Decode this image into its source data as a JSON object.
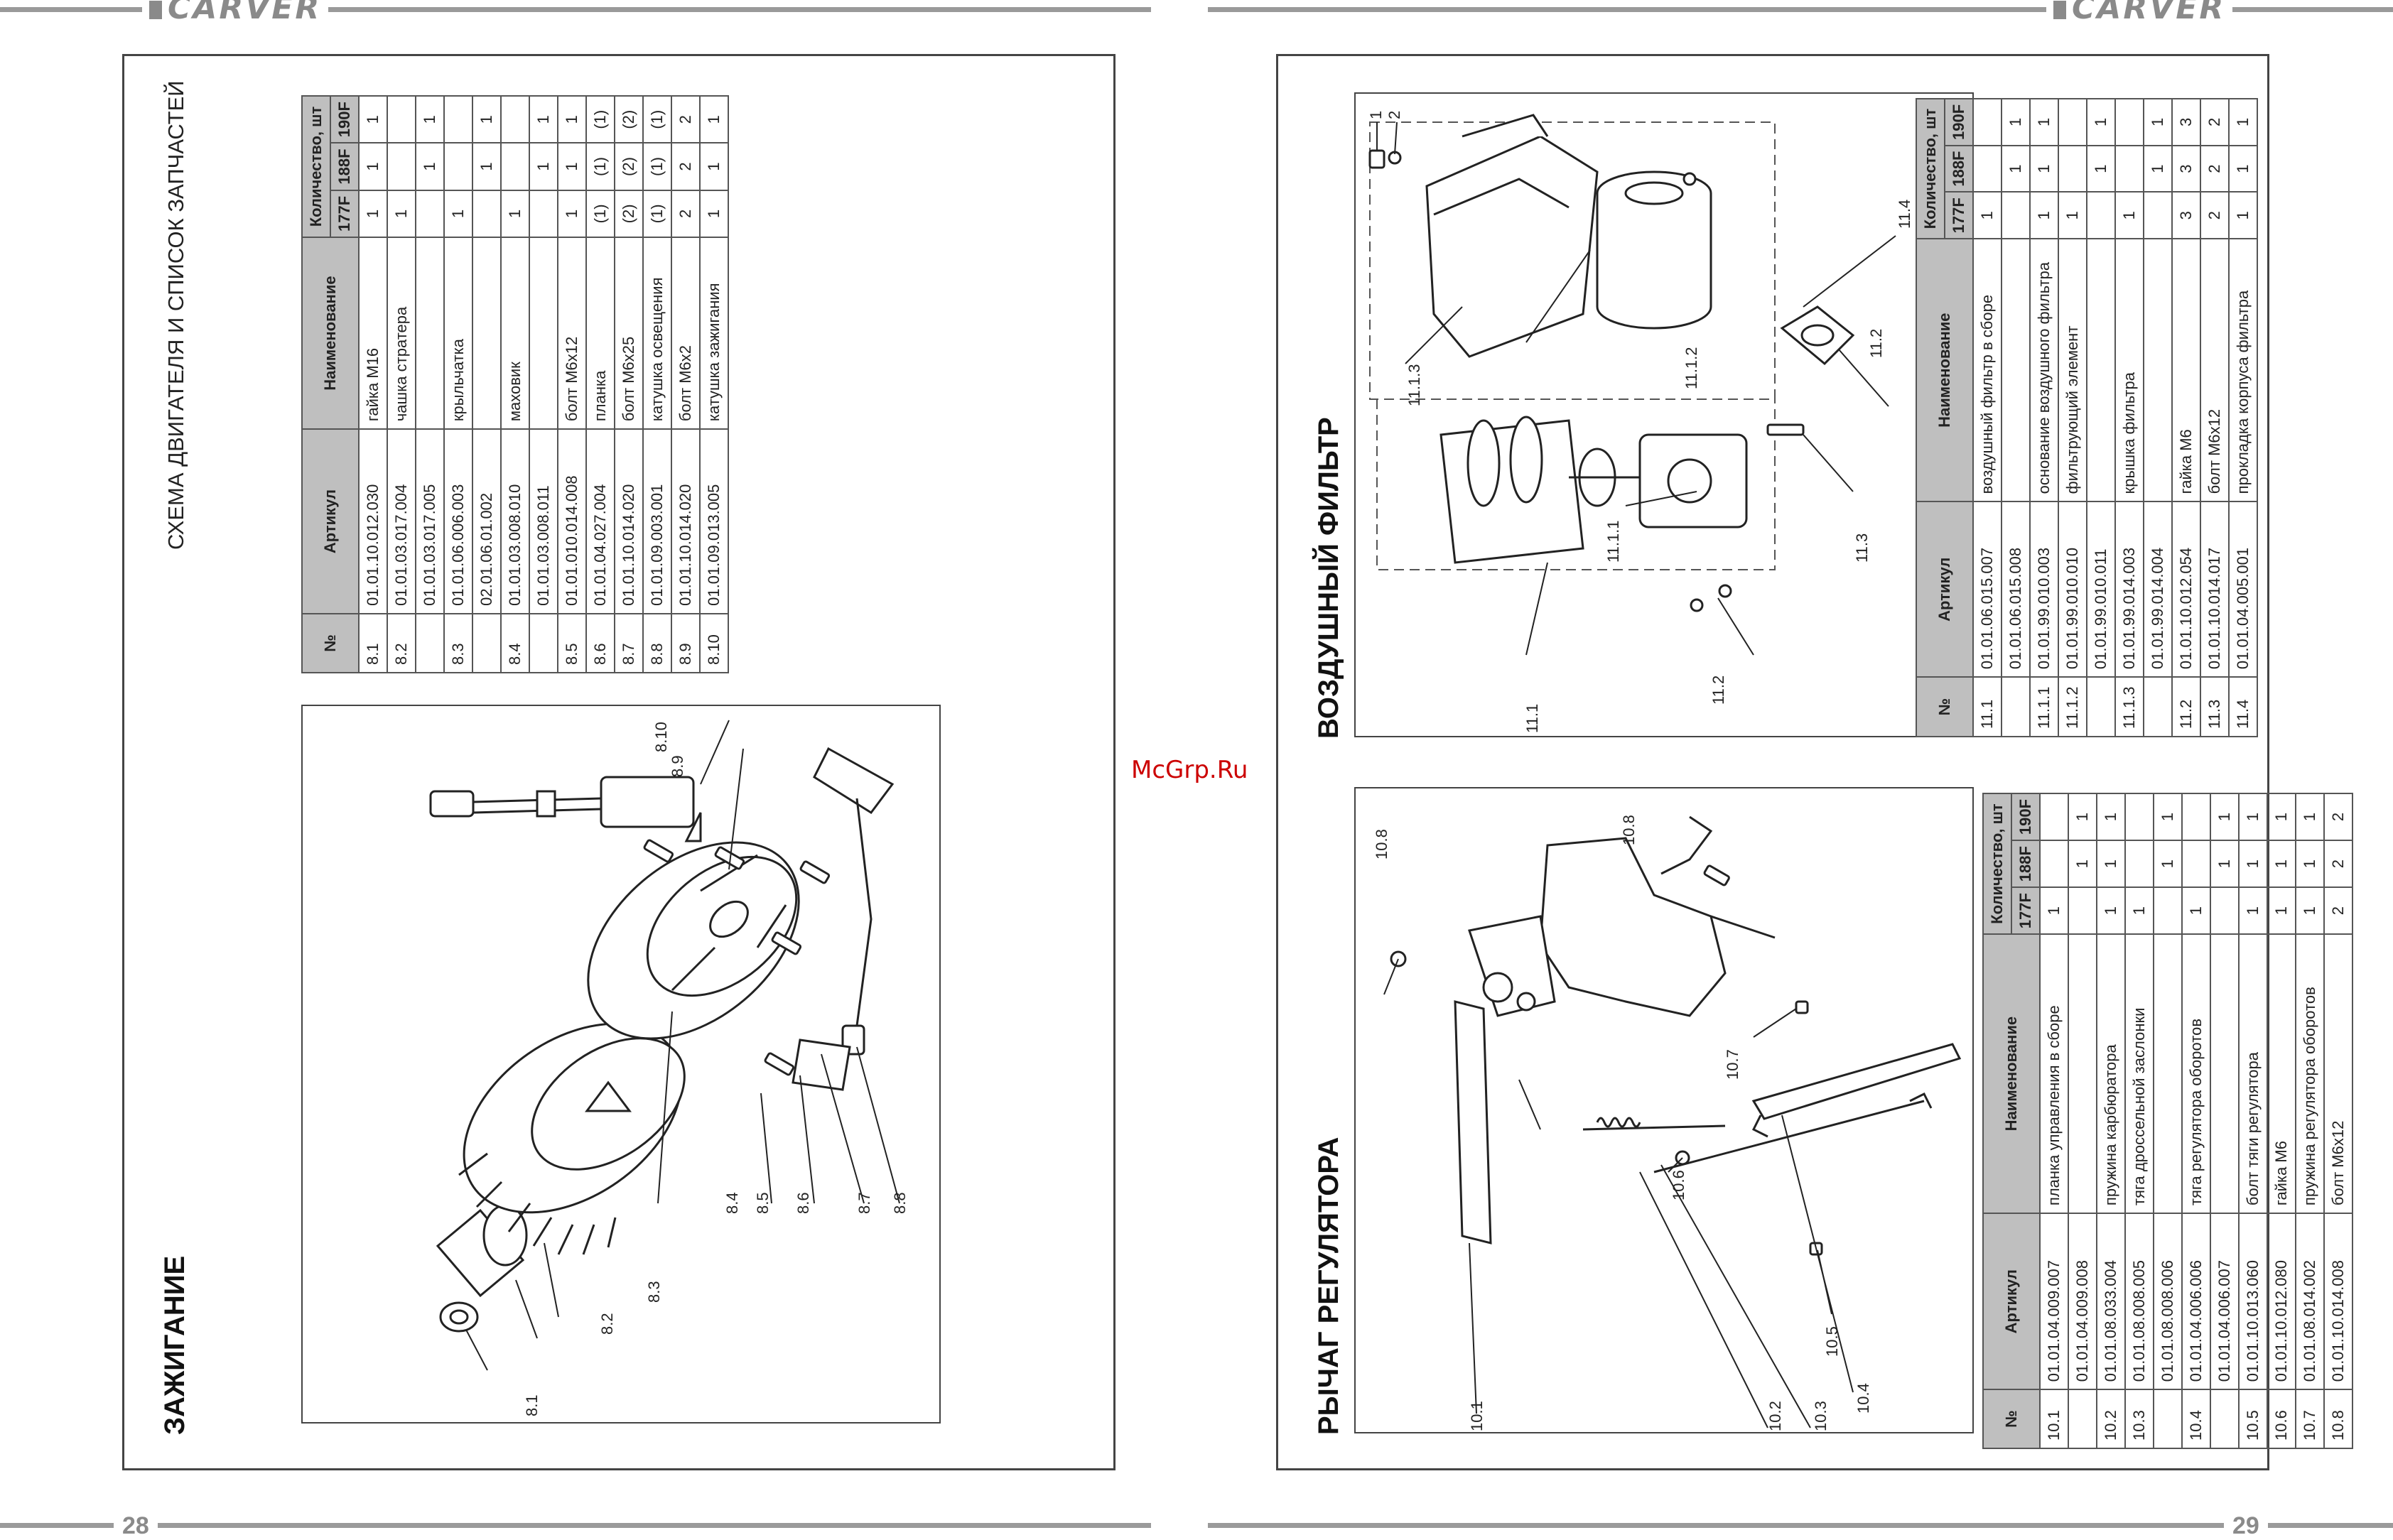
{
  "header": {
    "brand": "CARVER"
  },
  "footer": {
    "left_page": "28",
    "right_page": "29"
  },
  "watermark": "McGrp.Ru",
  "ignition": {
    "title": "ЗАЖИГАНИЕ",
    "subtitle": "СХЕМА ДВИГАТЕЛЯ И СПИСОК ЗАПЧАСТЕЙ",
    "callouts": [
      "8.1",
      "8.2",
      "8.3",
      "8.4",
      "8.5",
      "8.6",
      "8.7",
      "8.8",
      "8.9",
      "8.10"
    ]
  },
  "governor": {
    "title": "РЫЧАГ РЕГУЛЯТОРА",
    "callouts": [
      "10.1",
      "10.2",
      "10.3",
      "10.4",
      "10.5",
      "10.6",
      "10.7",
      "10.8",
      "10.8"
    ]
  },
  "air_filter": {
    "title": "ВОЗДУШНЫЙ ФИЛЬТР",
    "callouts": [
      "1",
      "2",
      "11.1",
      "11.1.1",
      "11.1.2",
      "11.1.3",
      "11.2",
      "11.2",
      "11.3",
      "11.4"
    ]
  },
  "table_headers": {
    "no": "№",
    "article": "Артикул",
    "name": "Наименование",
    "qty": "Количество, шт",
    "m1": "177F",
    "m2": "188F",
    "m3": "190F"
  },
  "ignition_table": [
    [
      "8.1",
      "01.01.10.012.030",
      "гайка М16",
      "1",
      "1",
      "1"
    ],
    [
      "8.2",
      "01.01.03.017.004",
      "чашка стратера",
      "1",
      "",
      ""
    ],
    [
      "",
      "01.01.03.017.005",
      "",
      "",
      "1",
      "1"
    ],
    [
      "8.3",
      "01.01.06.006.003",
      "крыльчатка",
      "1",
      "",
      ""
    ],
    [
      "",
      "02.01.06.01.002",
      "",
      "",
      "1",
      "1"
    ],
    [
      "8.4",
      "01.01.03.008.010",
      "маховик",
      "1",
      "",
      ""
    ],
    [
      "",
      "01.01.03.008.011",
      "",
      "",
      "1",
      "1"
    ],
    [
      "8.5",
      "01.01.010.014.008",
      "болт М6х12",
      "1",
      "1",
      "1"
    ],
    [
      "8.6",
      "01.01.04.027.004",
      "планка",
      "(1)",
      "(1)",
      "(1)"
    ],
    [
      "8.7",
      "01.01.10.014.020",
      "болт М6х25",
      "(2)",
      "(2)",
      "(2)"
    ],
    [
      "8.8",
      "01.01.09.003.001",
      "катушка освещения",
      "(1)",
      "(1)",
      "(1)"
    ],
    [
      "8.9",
      "01.01.10.014.020",
      "болт М6х2",
      "2",
      "2",
      "2"
    ],
    [
      "8.10",
      "01.01.09.013.005",
      "катушка зажигания",
      "1",
      "1",
      "1"
    ]
  ],
  "governor_table": [
    [
      "10.1",
      "01.01.04.009.007",
      "планка управления в сборе",
      "1",
      "",
      ""
    ],
    [
      "",
      "01.01.04.009.008",
      "",
      "",
      "1",
      "1"
    ],
    [
      "10.2",
      "01.01.08.033.004",
      "пружина карбюратора",
      "1",
      "1",
      "1"
    ],
    [
      "10.3",
      "01.01.08.008.005",
      "тяга дроссельной заслонки",
      "1",
      "",
      ""
    ],
    [
      "",
      "01.01.08.008.006",
      "",
      "",
      "1",
      "1"
    ],
    [
      "10.4",
      "01.01.04.006.006",
      "тяга регулятора оборотов",
      "1",
      "",
      ""
    ],
    [
      "",
      "01.01.04.006.007",
      "",
      "",
      "1",
      "1"
    ],
    [
      "10.5",
      "01.01.10.013.060",
      "болт тяги регулятора",
      "1",
      "1",
      "1"
    ],
    [
      "10.6",
      "01.01.10.012.080",
      "гайка М6",
      "1",
      "1",
      "1"
    ],
    [
      "10.7",
      "01.01.08.014.002",
      "пружина регулятора оборотов",
      "1",
      "1",
      "1"
    ],
    [
      "10.8",
      "01.01.10.014.008",
      "болт М6х12",
      "2",
      "2",
      "2"
    ]
  ],
  "air_filter_table": [
    [
      "11.1",
      "01.01.06.015.007",
      "воздушный фильтр в сборе",
      "1",
      "",
      ""
    ],
    [
      "",
      "01.01.06.015.008",
      "",
      "",
      "1",
      "1"
    ],
    [
      "11.1.1",
      "01.01.99.010.003",
      "основание воздушного фильтра",
      "1",
      "1",
      "1"
    ],
    [
      "11.1.2",
      "01.01.99.010.010",
      "фильтрующий элемент",
      "1",
      "",
      ""
    ],
    [
      "",
      "01.01.99.010.011",
      "",
      "",
      "1",
      "1"
    ],
    [
      "11.1.3",
      "01.01.99.014.003",
      "крышка фильтра",
      "1",
      "",
      ""
    ],
    [
      "",
      "01.01.99.014.004",
      "",
      "",
      "1",
      "1"
    ],
    [
      "11.2",
      "01.01.10.012.054",
      "гайка М6",
      "3",
      "3",
      "3"
    ],
    [
      "11.3",
      "01.01.10.014.017",
      "болт М6х12",
      "2",
      "2",
      "2"
    ],
    [
      "11.4",
      "01.01.04.005.001",
      "прокладка корпуса фильтра",
      "1",
      "1",
      "1"
    ]
  ]
}
